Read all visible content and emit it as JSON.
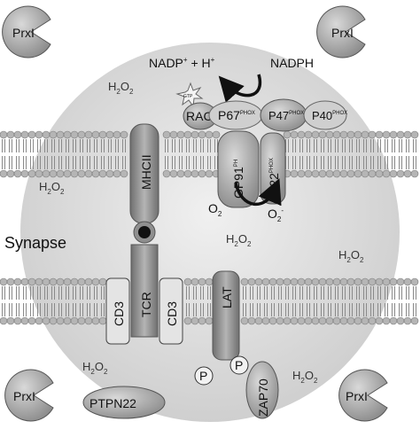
{
  "labels": {
    "prxl": "PrxI",
    "nadp": "NADP",
    "nadp_sup": "+",
    "plus_h": " + H",
    "h_sup": "+",
    "nadph": "NADPH",
    "gtp": "GTP",
    "rac": "RAC",
    "p67": "P67",
    "p47": "P47",
    "p40": "P40",
    "phox": "PHOX",
    "gp91": "GP91",
    "gp91_sup": "PH",
    "p22": "P22",
    "o2": "O",
    "o2_sub": "2",
    "o2m": "O",
    "o2m_sub": "2",
    "o2m_sup": "-",
    "mhcii": "MHCII",
    "synapse": "Synapse",
    "cd3": "CD3",
    "tcr": "TCR",
    "lat": "LAT",
    "p": "P",
    "zap70": "ZAP70",
    "ptpn22": "PTPN22",
    "h2o2_h": "H",
    "h2o2_o": "O",
    "h2o2_sub": "2"
  },
  "colors": {
    "cell_light": "#ececec",
    "cell_dark": "#c9c9c9",
    "membrane_head": "#a8a8a8",
    "protein": "#9a9a9a",
    "protein_light": "#d2d2d2",
    "receptor": "#8a8a8a"
  }
}
